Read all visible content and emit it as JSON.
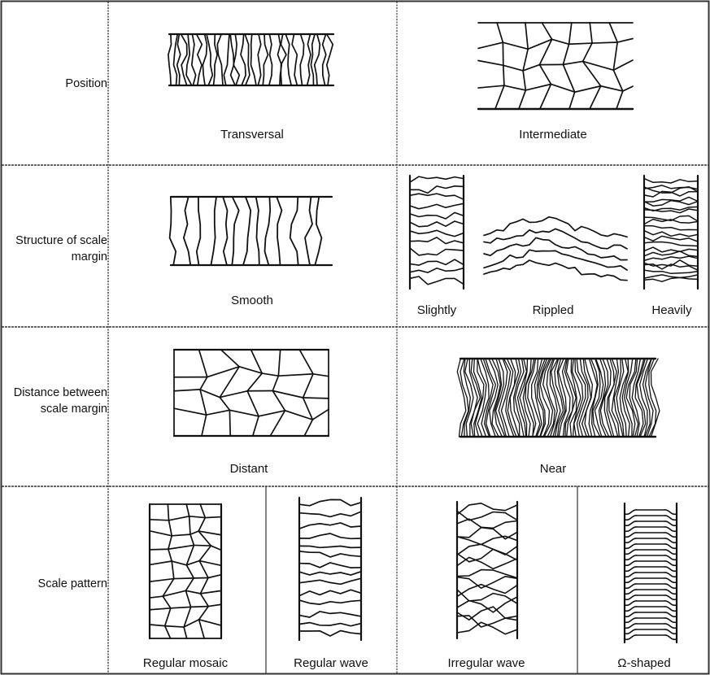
{
  "rows": [
    {
      "label": "Position",
      "cells": [
        "Transversal",
        "Intermediate"
      ]
    },
    {
      "label": "Structure of scale margin",
      "cells": [
        "Smooth",
        "Slightly",
        "Rippled",
        "Heavily"
      ]
    },
    {
      "label": "Distance between scale margin",
      "cells": [
        "Distant",
        "Near"
      ]
    },
    {
      "label": "Scale pattern",
      "cells": [
        "Regular mosaic",
        "Regular wave",
        "Irregular wave",
        "Ω-shaped"
      ]
    }
  ]
}
